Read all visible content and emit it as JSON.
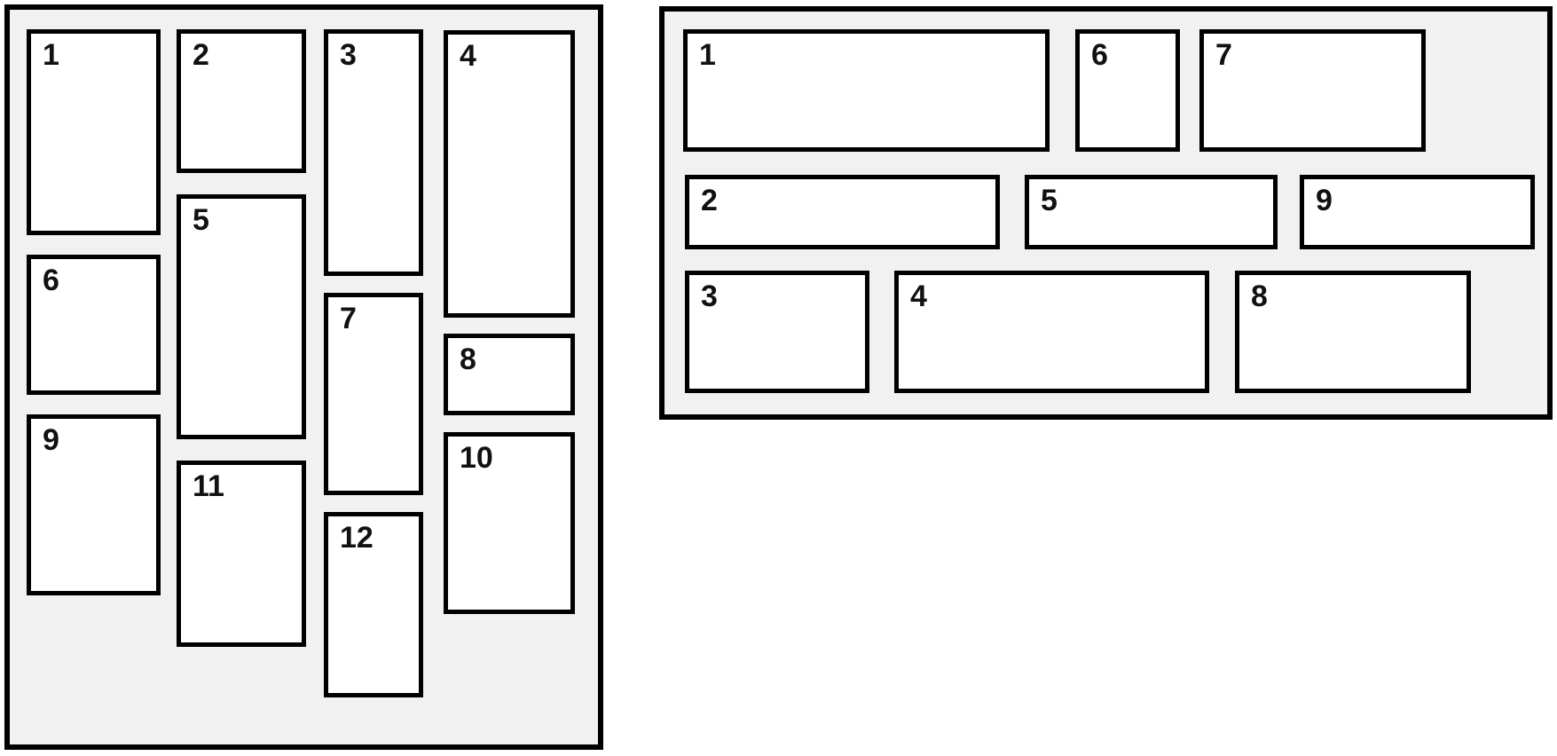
{
  "colors": {
    "panel_bg": "#f1f1f1",
    "box_bg": "#ffffff",
    "border": "#000000",
    "label": "#111111",
    "page_bg": "#ffffff"
  },
  "left_panel": {
    "description": "column-order masonry grid",
    "items": [
      {
        "label": "1"
      },
      {
        "label": "2"
      },
      {
        "label": "3"
      },
      {
        "label": "4"
      },
      {
        "label": "5"
      },
      {
        "label": "6"
      },
      {
        "label": "7"
      },
      {
        "label": "8"
      },
      {
        "label": "9"
      },
      {
        "label": "10"
      },
      {
        "label": "11"
      },
      {
        "label": "12"
      }
    ]
  },
  "right_panel": {
    "description": "row-order masonry grid",
    "items": [
      {
        "label": "1"
      },
      {
        "label": "2"
      },
      {
        "label": "3"
      },
      {
        "label": "4"
      },
      {
        "label": "5"
      },
      {
        "label": "6"
      },
      {
        "label": "7"
      },
      {
        "label": "8"
      },
      {
        "label": "9"
      }
    ]
  }
}
